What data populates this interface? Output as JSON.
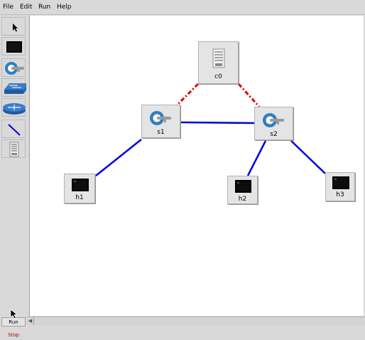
{
  "menu": [
    "File",
    "Edit",
    "Run",
    "Help"
  ],
  "toolbar": {
    "tools": [
      "select-tool",
      "host-tool",
      "switch-tool",
      "legacy-switch-tool",
      "router-tool",
      "link-tool",
      "controller-tool"
    ],
    "run_label": "Run",
    "stop_label": "Stop"
  },
  "topology": {
    "nodes": {
      "c0": {
        "label": "c0",
        "type": "controller"
      },
      "s1": {
        "label": "s1",
        "type": "switch"
      },
      "s2": {
        "label": "s2",
        "type": "switch"
      },
      "h1": {
        "label": "h1",
        "type": "host"
      },
      "h2": {
        "label": "h2",
        "type": "host"
      },
      "h3": {
        "label": "h3",
        "type": "host"
      }
    },
    "links": [
      {
        "from": "c0",
        "to": "s1",
        "kind": "control",
        "color": "#e00000"
      },
      {
        "from": "c0",
        "to": "s2",
        "kind": "control",
        "color": "#e00000"
      },
      {
        "from": "s1",
        "to": "s2",
        "kind": "data",
        "color": "#0000dd"
      },
      {
        "from": "s1",
        "to": "h1",
        "kind": "data",
        "color": "#0000dd"
      },
      {
        "from": "s2",
        "to": "h2",
        "kind": "data",
        "color": "#0000dd"
      },
      {
        "from": "s2",
        "to": "h3",
        "kind": "data",
        "color": "#0000dd"
      }
    ]
  }
}
